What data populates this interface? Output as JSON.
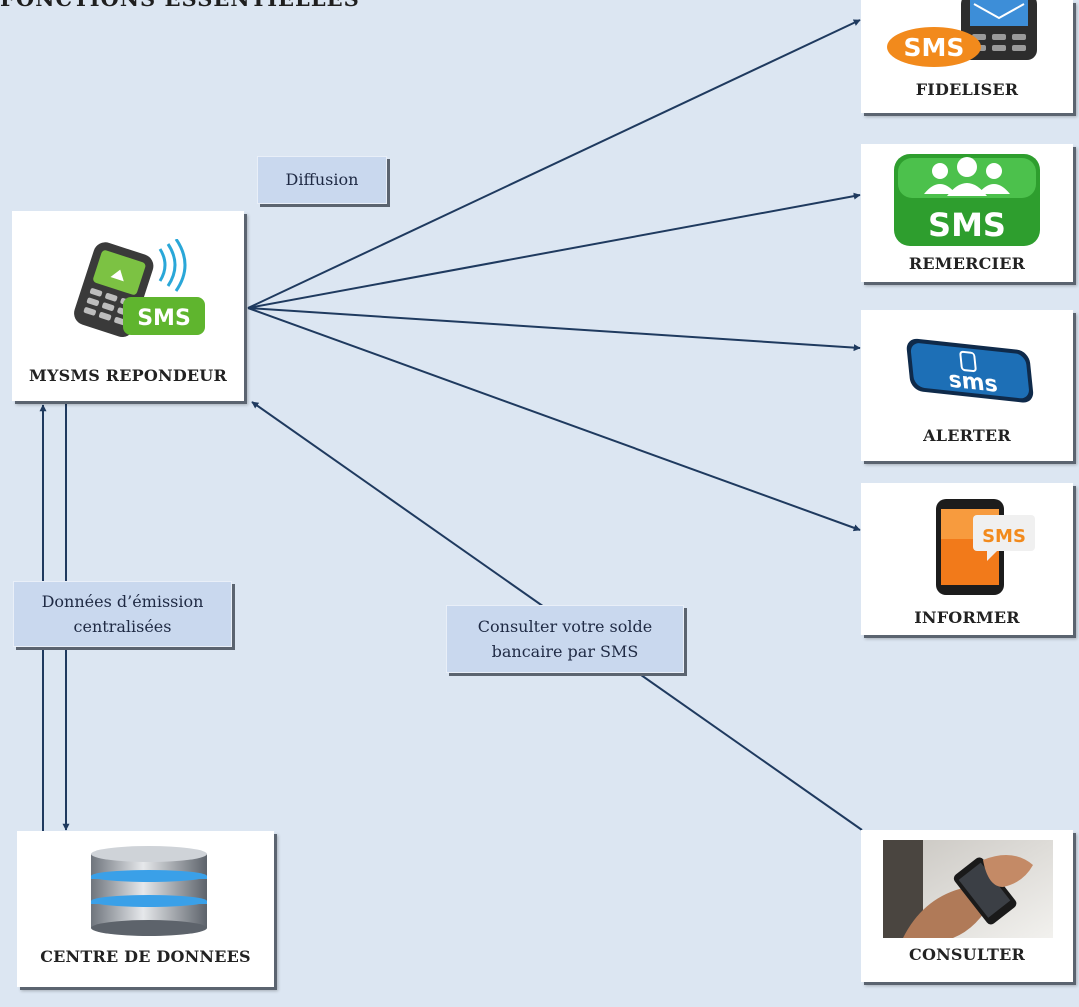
{
  "heading": "FONCTIONS ESSENTIELLES",
  "edge_labels": {
    "diffusion": "Diffusion",
    "donnees_line1": "Données d’émission",
    "donnees_line2": "centralisées",
    "consulter_line1": "Consulter votre solde",
    "consulter_line2": "bancaire par SMS"
  },
  "nodes": {
    "repondeur": "MYSMS REPONDEUR",
    "centre": "CENTRE DE DONNEES",
    "fideliser": "FIDELISER",
    "remercier": "REMERCIER",
    "alerter": "ALERTER",
    "informer": "INFORMER",
    "consulter": "CONSULTER"
  },
  "icon_text": {
    "sms": "SMS",
    "sms_lower": "sms"
  },
  "colors": {
    "background": "#dce6f2",
    "arrow": "#1f3a5f",
    "tag_fill": "#c9d8ee",
    "sms_green": "#5fb52e",
    "sms_orange": "#f28a1c"
  }
}
